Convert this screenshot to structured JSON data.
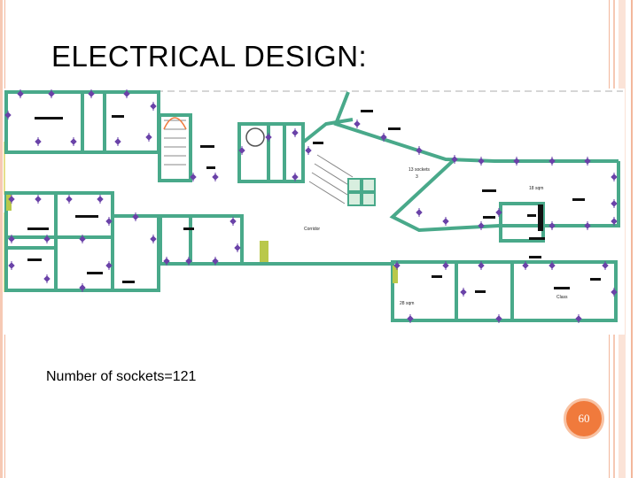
{
  "slide": {
    "title": "ELECTRICAL DESIGN:",
    "caption": "Number of sockets=121",
    "page_number": "60"
  },
  "colors": {
    "wall": "#49a98a",
    "wall_fill": "#d8eedf",
    "socket": "#6a42a8",
    "label": "#222222",
    "accent_orange": "#f07a3c",
    "accent_peach": "#f6c9b4"
  },
  "floor_plan": {
    "labels": {
      "l1": "13 sockets",
      "l2": "3",
      "l3": "18 sqm",
      "l4": "Corridor",
      "l5": "28 sqm",
      "l6": "Class"
    }
  }
}
